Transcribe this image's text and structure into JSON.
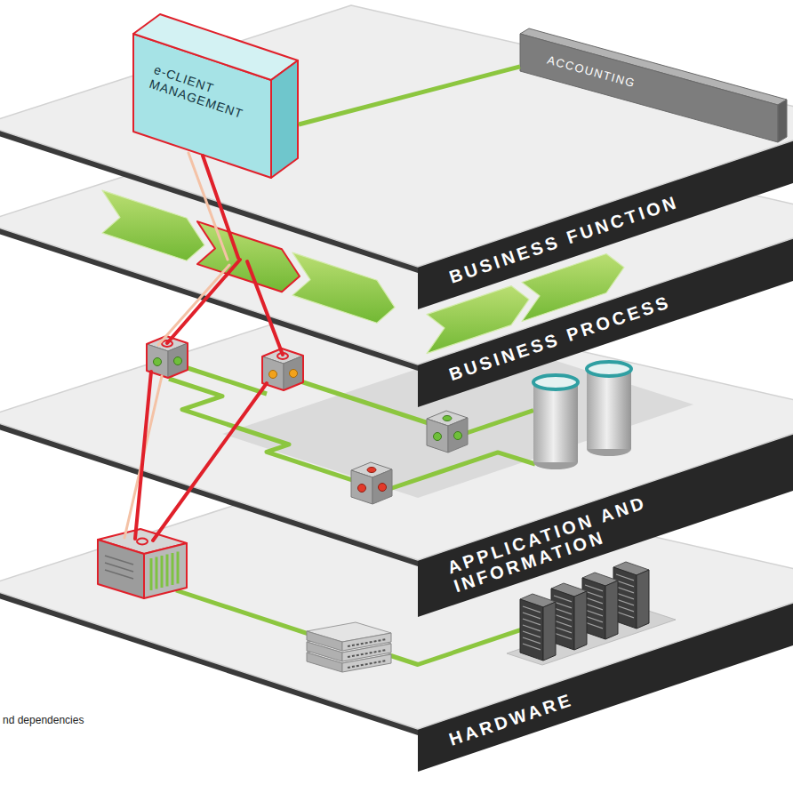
{
  "diagram": {
    "caption": "nd dependencies",
    "nodes": [
      {
        "text": [
          "BUSINESS FUNCTION"
        ]
      },
      {
        "text": [
          "e-CLIENT MANAGEMENT"
        ],
        "in": 0
      },
      {
        "text": [
          "ACCOUNTING"
        ],
        "in": 0
      },
      {
        "text": [
          "BUSINESS PROCESS"
        ]
      },
      {
        "text": [
          "APPLICATION AND INFORMATION"
        ]
      },
      {
        "text": [
          "HARDWARE"
        ]
      }
    ],
    "edges": [
      {
        "from": 1,
        "to": 2,
        "arrow": "none"
      }
    ]
  }
}
